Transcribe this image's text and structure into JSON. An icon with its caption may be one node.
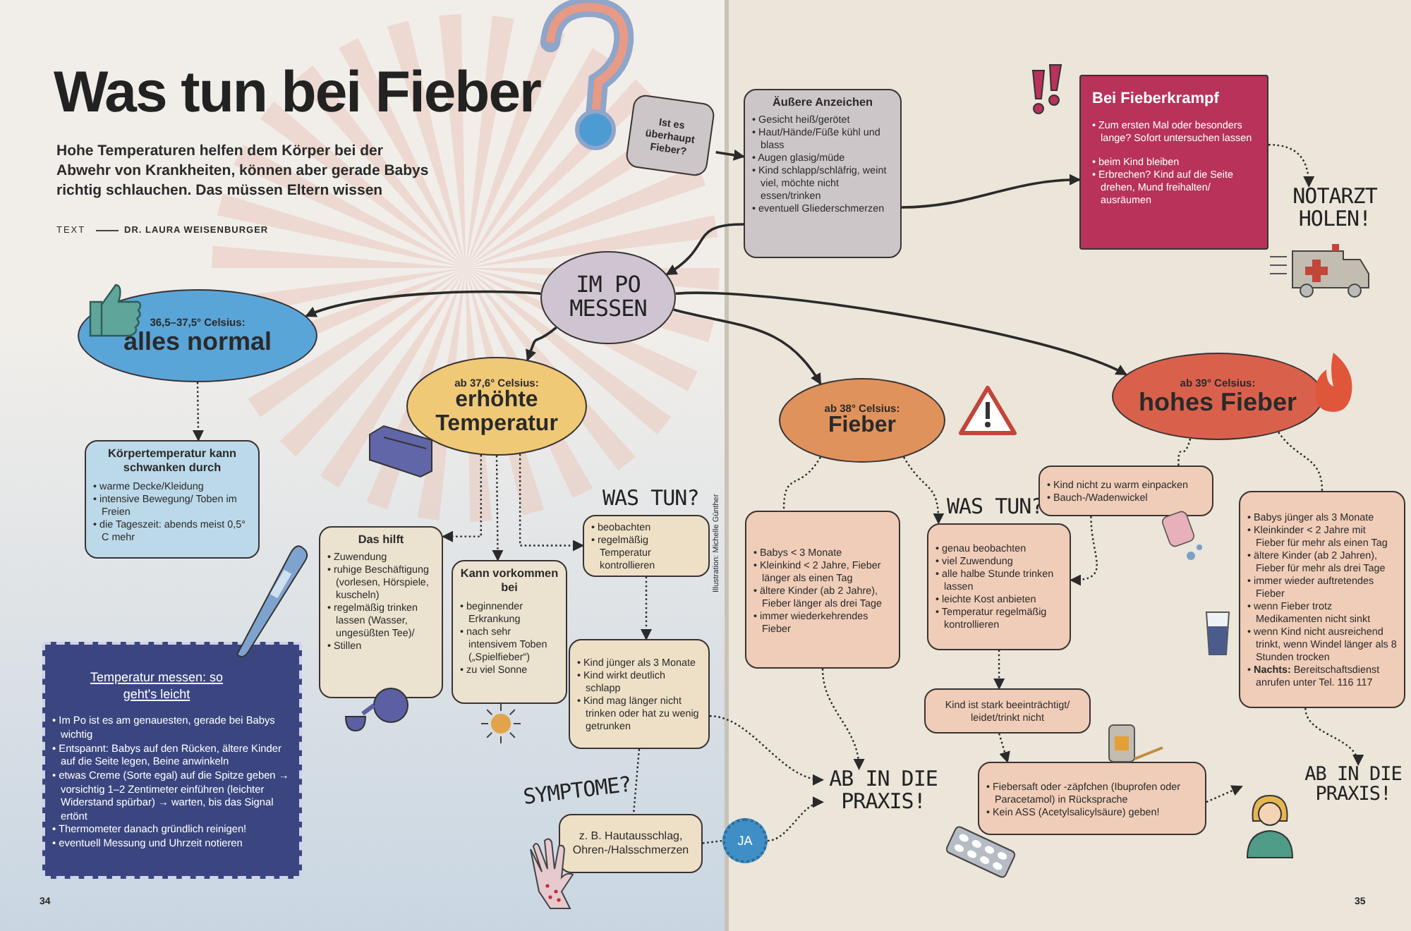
{
  "diagram": {
    "title": "Was tun bei Fieber",
    "nodes": [
      {
        "text": [
          "Ist es überhaupt Fieber?"
        ]
      },
      {
        "text": [
          "Äußere Anzeichen",
          "• Gesicht heiß/gerötet",
          "• Haut/Hände/Füße kühl und blass",
          "• Augen glasig/müde",
          "• Kind schlapp/schläfrig, weint viel, möchte nicht essen/trinken",
          "• eventuell Gliederschmerzen"
        ]
      },
      {
        "text": [
          "Bei Fieberkrampf",
          "• Zum ersten Mal oder besonders lange? Sofort untersuchen lassen",
          "• beim Kind bleiben",
          "• Erbrechen? Kind auf die Seite drehen, Mund freihalten/ ausräumen"
        ]
      },
      {
        "text": [
          "NOTARZT HOLEN!"
        ]
      },
      {
        "text": [
          "IM PO MESSEN"
        ]
      },
      {
        "text": [
          "36,5–37,5° Celsius:",
          "alles normal"
        ]
      },
      {
        "text": [
          "Körpertemperatur kann schwanken durch",
          "• warme Decke/Kleidung",
          "• intensive Bewegung/ Toben im Freien",
          "• die Tageszeit: abends meist 0,5° C mehr"
        ]
      },
      {
        "text": [
          "ab 37,6° Celsius:",
          "erhöhte Temperatur"
        ]
      },
      {
        "text": [
          "Das hilft",
          "• Zuwendung",
          "• ruhige Beschäftigung (vorlesen, Hörspiele, kuscheln)",
          "• regelmäßig trinken lassen (Wasser, ungesüßten Tee)/",
          "• Stillen"
        ]
      },
      {
        "text": [
          "Kann vorkommen bei",
          "• beginnender Erkrankung",
          "• nach sehr intensivem Toben („Spielfieber“)",
          "• zu viel Sonne"
        ]
      },
      {
        "text": [
          "WAS TUN?",
          "• beobachten",
          "• regelmäßig Temperatur kontrollieren"
        ]
      },
      {
        "text": [
          "• Kind jünger als 3 Monate",
          "• Kind wirkt deutlich schlapp",
          "• Kind mag länger nicht trinken oder hat zu wenig getrunken"
        ]
      },
      {
        "text": [
          "SYMPTOME?",
          "z. B. Hautausschlag, Ohren-/Halsschmerzen"
        ]
      },
      {
        "text": [
          "JA"
        ]
      },
      {
        "text": [
          "AB IN DIE PRAXIS!"
        ]
      },
      {
        "text": [
          "ab 38° Celsius:",
          "Fieber"
        ]
      },
      {
        "text": [
          "• Babys < 3 Monate",
          "• Kleinkind < 2 Jahre, Fieber länger als einen Tag",
          "• ältere Kinder (ab 2 Jahre), Fieber länger als drei Tage",
          "• immer wiederkehrendes Fieber"
        ]
      },
      {
        "text": [
          "WAS TUN?",
          "• genau beobachten",
          "• viel Zuwendung",
          "• alle halbe Stunde trinken lassen",
          "• leichte Kost anbieten",
          "• Temperatur regelmäßig kontrollieren"
        ]
      },
      {
        "text": [
          "Kind ist stark beeinträchtigt/ leidet/trinkt nicht"
        ]
      },
      {
        "text": [
          "• Fiebersaft oder -zäpfchen (Ibuprofen oder Paracetamol) in Rücksprache",
          "• Kein ASS (Acetylsalicylsäure) geben!"
        ]
      },
      {
        "text": [
          "ab 39° Celsius:",
          "hohes Fieber"
        ]
      },
      {
        "text": [
          "• Kind nicht zu warm einpacken",
          "• Bauch-/Wadenwickel"
        ]
      },
      {
        "text": [
          "• Babys jünger als 3 Monate",
          "• Kleinkinder < 2 Jahre mit Fieber für mehr als einen Tag",
          "• ältere Kinder (ab 2 Jahren), Fieber für mehr als drei Tage",
          "• immer wieder auftretendes Fieber",
          "• wenn Fieber trotz Medikamenten nicht sinkt",
          "• wenn Kind nicht ausreichend trinkt, wenn Windel länger als 8 Stunden trocken",
          "• **Nachts:** Bereitschaftsdienst anrufen unter Tel. 116 117"
        ]
      },
      {
        "text": [
          "AB IN DIE PRAXIS!"
        ]
      },
      {
        "text": [
          "Temperatur messen: so geht's leicht",
          "• Im Po ist es am genauesten, gerade bei Babys wichtig",
          "• Entspannt: Babys auf den Rücken, ältere Kinder auf die Seite legen, Beine anwinkeln",
          "• etwas Creme (Sorte egal) auf die Spitze geben → vorsichtig 1–2 Zentimeter einführen (leichter Widerstand spürbar) → warten, bis das Signal ertönt",
          "• Thermometer danach gründlich reinigen!",
          "• eventuell Messung und Uhrzeit notieren"
        ]
      }
    ],
    "edges": [
      {
        "from": 0,
        "to": 1,
        "arrow": "to"
      },
      {
        "from": 1,
        "to": 2,
        "arrow": "to"
      },
      {
        "from": 2,
        "to": 3,
        "arrow": "to",
        "style": "dashed"
      },
      {
        "from": 1,
        "to": 4,
        "arrow": "to"
      },
      {
        "from": 4,
        "to": 5,
        "arrow": "to"
      },
      {
        "from": 4,
        "to": 7,
        "arrow": "to"
      },
      {
        "from": 4,
        "to": 15,
        "arrow": "to"
      },
      {
        "from": 4,
        "to": 20,
        "arrow": "to"
      },
      {
        "from": 5,
        "to": 6,
        "arrow": "to",
        "style": "dashed"
      },
      {
        "from": 7,
        "to": 8,
        "arrow": "to",
        "style": "dashed"
      },
      {
        "from": 7,
        "to": 9,
        "arrow": "to",
        "style": "dashed"
      },
      {
        "from": 7,
        "to": 10,
        "arrow": "to",
        "style": "dashed"
      },
      {
        "from": 10,
        "to": 11,
        "arrow": "to",
        "style": "dashed"
      },
      {
        "from": 11,
        "to": 12,
        "arrow": "none",
        "style": "dashed"
      },
      {
        "from": 12,
        "to": 13,
        "arrow": "none",
        "style": "dashed"
      },
      {
        "from": 13,
        "to": 14,
        "arrow": "to",
        "style": "dashed"
      },
      {
        "from": 11,
        "to": 14,
        "arrow": "to",
        "style": "dashed"
      },
      {
        "from": 15,
        "to": 16,
        "arrow": "none",
        "style": "dashed"
      },
      {
        "from": 16,
        "to": 14,
        "arrow": "to",
        "style": "dashed"
      },
      {
        "from": 15,
        "to": 17,
        "arrow": "to",
        "style": "dashed"
      },
      {
        "from": 17,
        "to": 18,
        "arrow": "to",
        "style": "dashed"
      },
      {
        "from": 18,
        "to": 19,
        "arrow": "to",
        "style": "dashed"
      },
      {
        "from": 19,
        "to": 23,
        "arrow": "to",
        "style": "dashed"
      },
      {
        "from": 20,
        "to": 21,
        "arrow": "none",
        "style": "dashed"
      },
      {
        "from": 21,
        "to": 17,
        "arrow": "to",
        "style": "dashed"
      },
      {
        "from": 20,
        "to": 22,
        "arrow": "none",
        "style": "dashed"
      },
      {
        "from": 22,
        "to": 23,
        "arrow": "to",
        "style": "dashed"
      }
    ],
    "labels": [
      "Hohe Temperaturen helfen dem Körper bei der Abwehr von Krankheiten, können aber gerade Babys richtig schlauchen. Das müssen Eltern wissen",
      "TEXT",
      "DR. LAURA WEISENBURGER",
      "Illustration: Michelle Günther",
      "34",
      "35"
    ]
  }
}
